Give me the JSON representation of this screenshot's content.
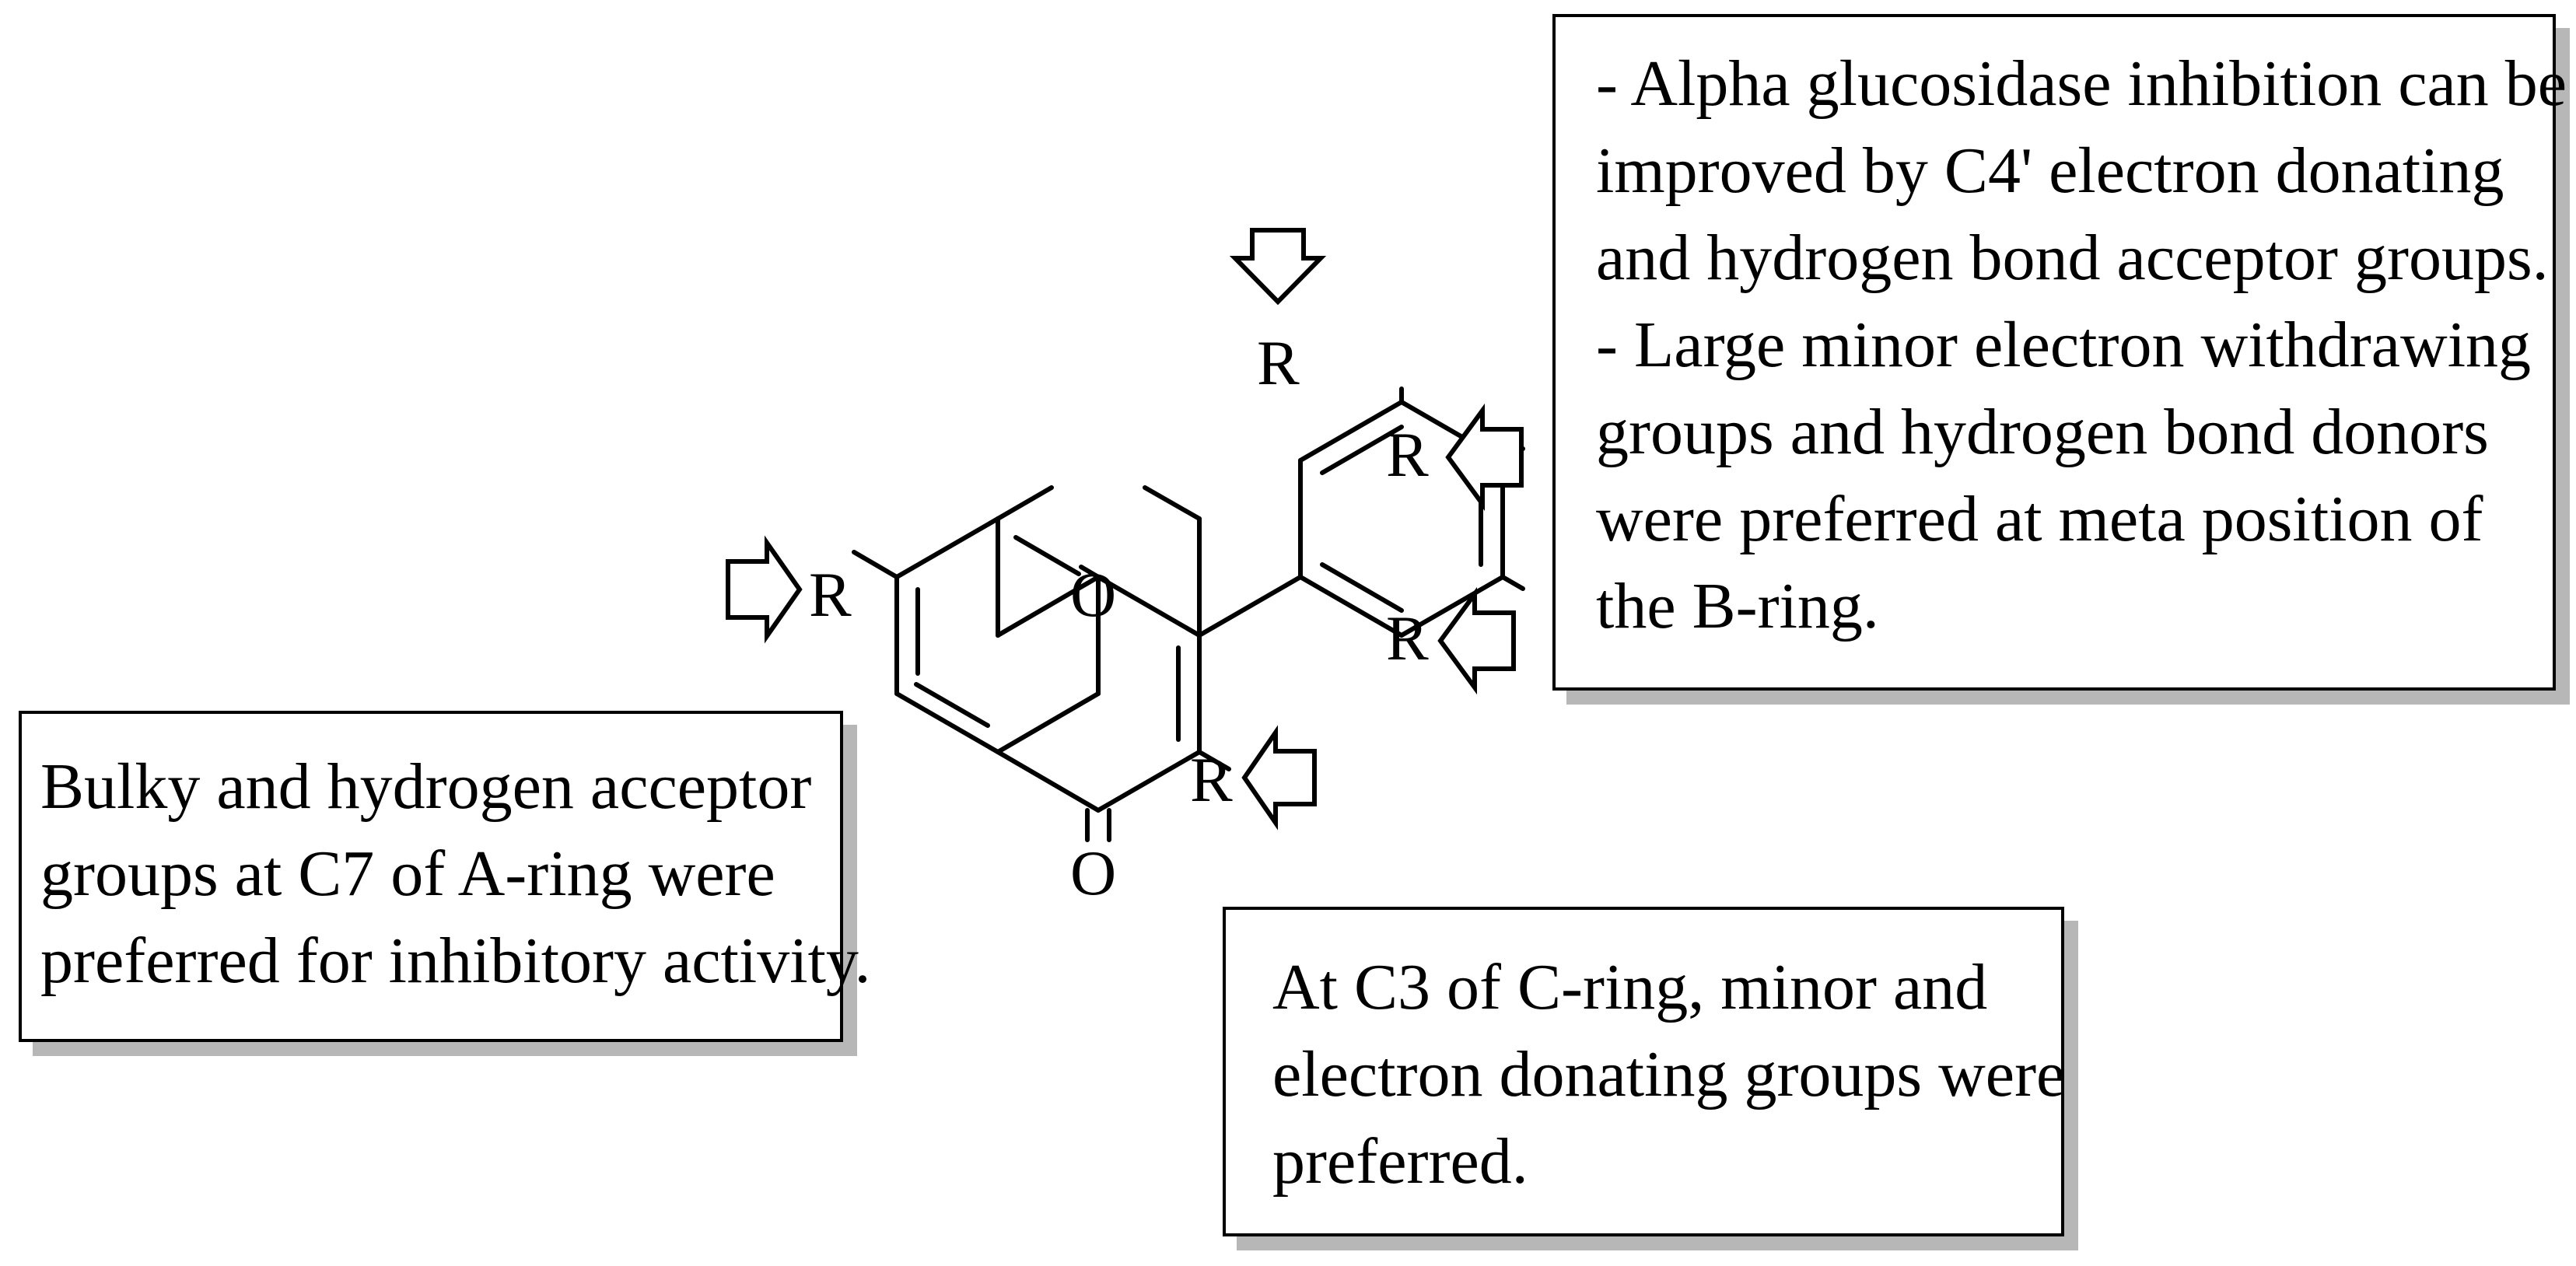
{
  "structure": {
    "atom_labels": {
      "ring_oxygen": "O",
      "carbonyl_oxygen": "O",
      "r_c7": "R",
      "r_c3": "R",
      "r_c3_prime": "R",
      "r_c4_prime": "R",
      "r_c5_prime": "R"
    }
  },
  "notes": {
    "b_ring": {
      "lines": [
        "- Alpha glucosidase inhibition can be",
        "improved by C4' electron donating",
        "and hydrogen bond acceptor groups.",
        "- Large minor electron withdrawing",
        "groups and hydrogen bond donors",
        "were preferred at meta position of",
        "the B-ring."
      ]
    },
    "a_ring": {
      "lines": [
        "Bulky and hydrogen acceptor",
        "groups at C7 of A-ring were",
        "preferred for inhibitory activity."
      ]
    },
    "c_ring": {
      "lines": [
        "At C3 of C-ring, minor and",
        "electron donating groups were",
        "preferred."
      ]
    }
  }
}
